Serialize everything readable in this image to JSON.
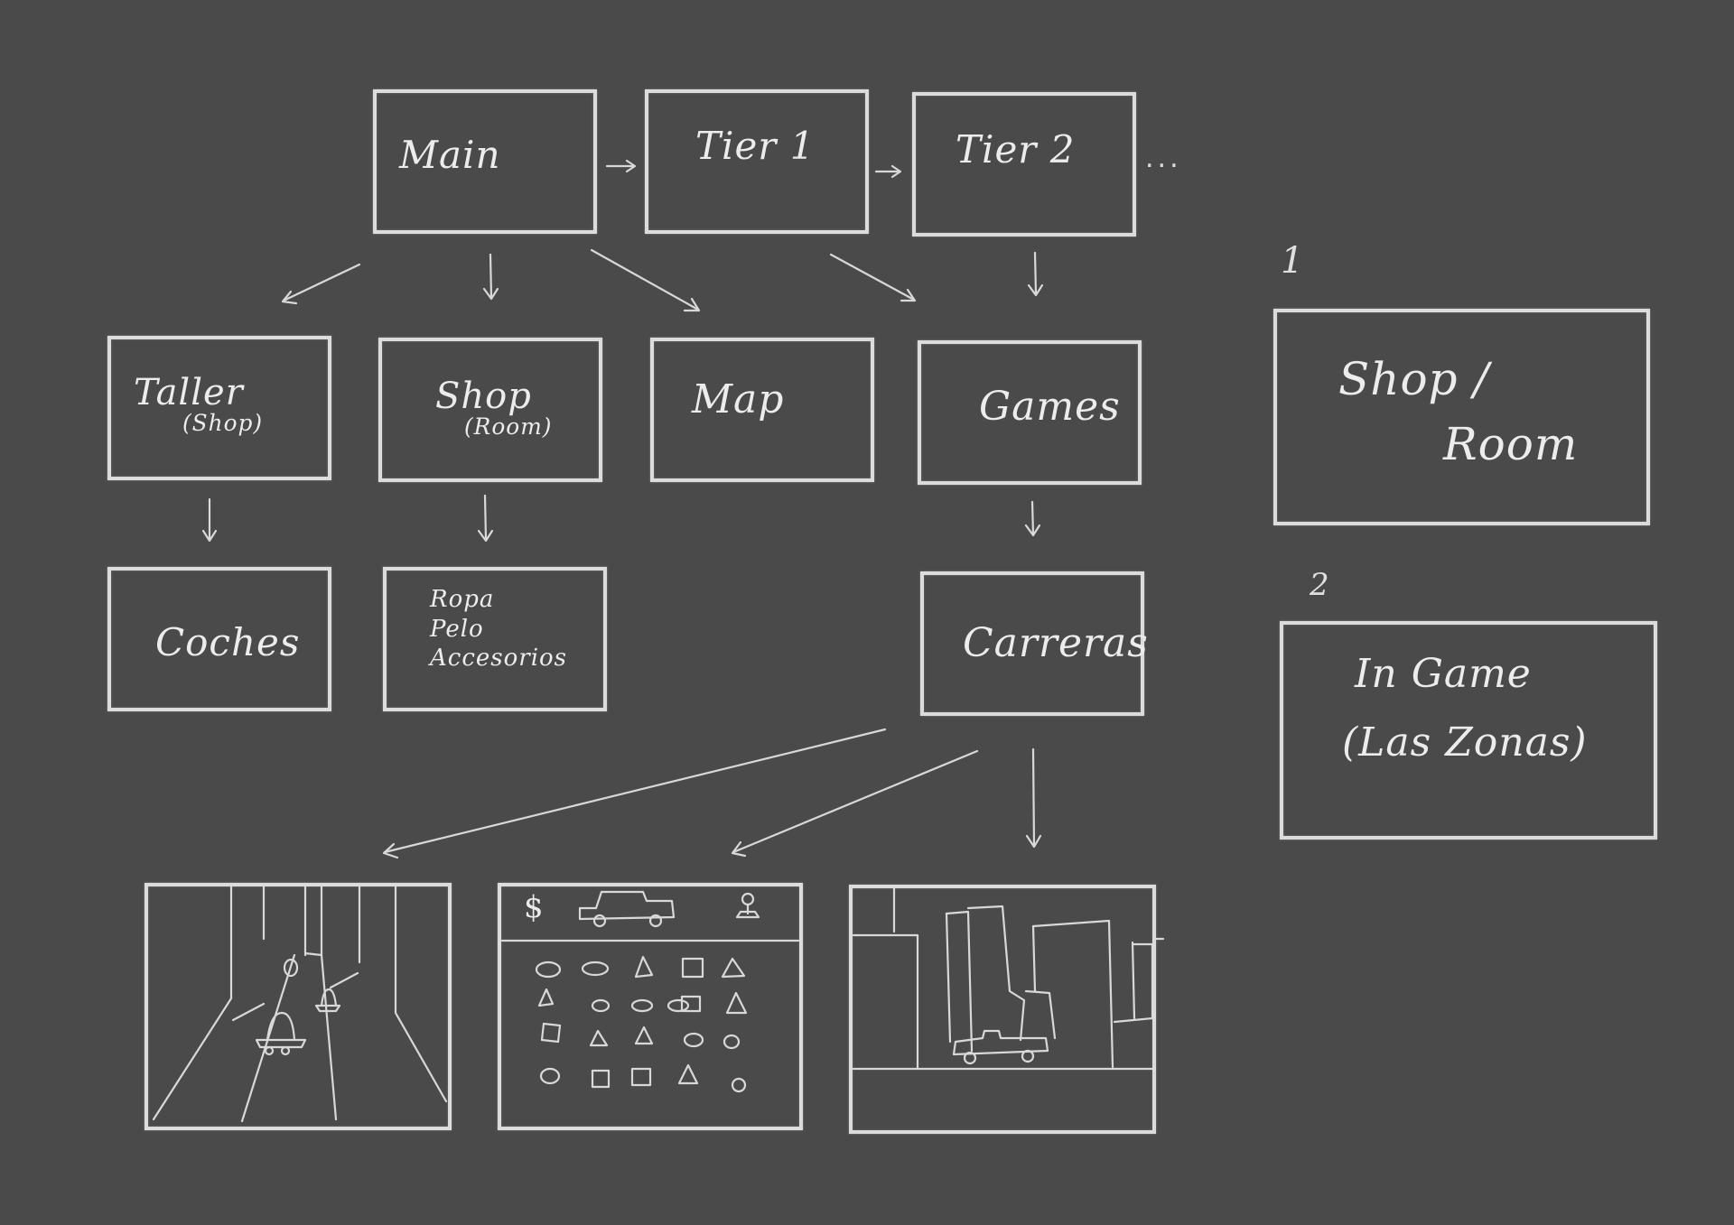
{
  "flow": {
    "main": "Main",
    "tier1": "Tier 1",
    "tier2": "Tier 2",
    "more": "..."
  },
  "screens": {
    "taller": {
      "title": "Taller",
      "sub": "(Shop)"
    },
    "shop": {
      "title": "Shop",
      "sub": "(Room)"
    },
    "map": {
      "title": "Map"
    },
    "games": {
      "title": "Games"
    },
    "coches": {
      "title": "Coches"
    },
    "shop_items": [
      "Ropa",
      "Pelo",
      "Accesorios"
    ],
    "carreras": {
      "title": "Carreras"
    }
  },
  "legend": {
    "item1": {
      "number": "1",
      "line1": "Shop /",
      "line2": "Room"
    },
    "item2": {
      "number": "2",
      "line1": "In Game",
      "line2": "(Las Zonas)"
    }
  },
  "mockups": {
    "inventory_currency": "$"
  }
}
